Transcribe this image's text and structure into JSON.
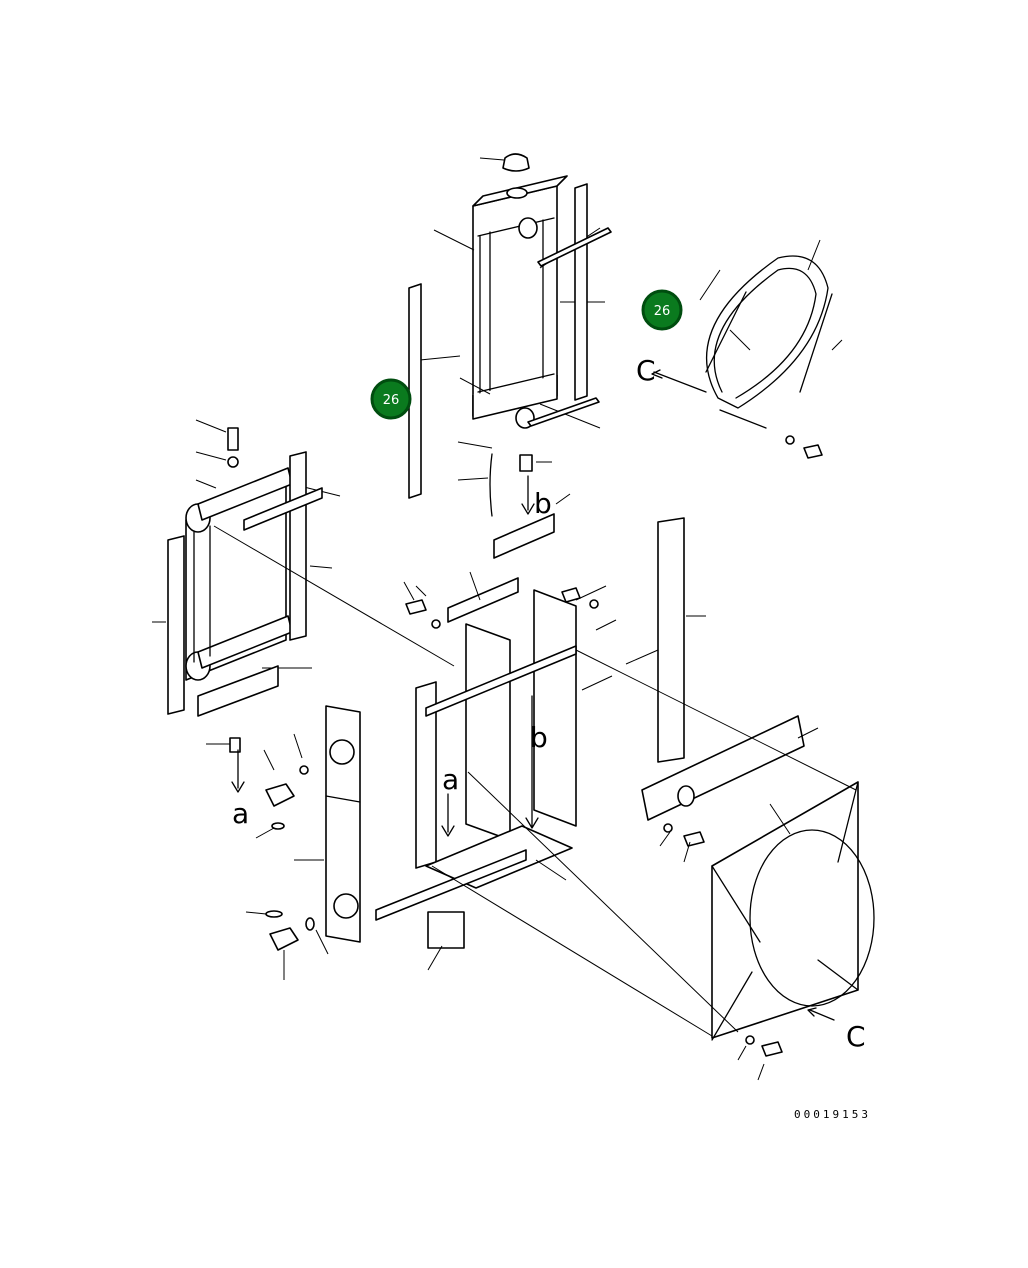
{
  "diagram": {
    "drawing_number": "00019153",
    "letters": {
      "a_left": "a",
      "a_center": "a",
      "b_top": "b",
      "b_center": "b",
      "c_top": "C",
      "c_bottom": "C"
    },
    "callouts": [
      {
        "id": "callout-26-left",
        "label": "26"
      },
      {
        "id": "callout-26-right",
        "label": "26"
      }
    ],
    "colors": {
      "callout_fill": "#0a7a1e",
      "line": "#000000",
      "background": "#ffffff"
    }
  }
}
